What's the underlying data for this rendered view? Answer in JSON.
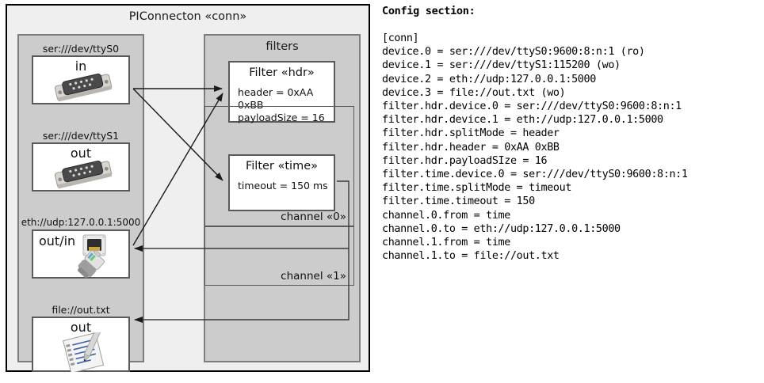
{
  "diagram": {
    "title": "PIConnecton «conn»",
    "devices_panel": {
      "name": "devices",
      "entries": [
        {
          "label": "ser:///dev/ttyS0",
          "io": "in",
          "icon": "serial-port-icon"
        },
        {
          "label": "ser:///dev/ttyS1",
          "io": "out",
          "icon": "serial-port-icon"
        },
        {
          "label": "eth://udp:127.0.0.1:5000",
          "io": "out/in",
          "icon": "ethernet-plug-icon"
        },
        {
          "label": "file://out.txt",
          "io": "out",
          "icon": "text-file-icon"
        }
      ]
    },
    "filters_panel": {
      "title": "filters",
      "filters": [
        {
          "title": "Filter «hdr»",
          "attrs": [
            "header = 0xAA 0xBB",
            "payloadSize = 16"
          ]
        },
        {
          "title": "Filter «time»",
          "attrs": [
            "timeout = 150 ms"
          ]
        }
      ],
      "channels": [
        {
          "label": "channel «0»"
        },
        {
          "label": "channel «1»"
        }
      ]
    }
  },
  "config": {
    "heading": "Config section:",
    "lines": [
      "[conn]",
      "device.0 = ser:///dev/ttyS0:9600:8:n:1 (ro)",
      "device.1 = ser:///dev/ttyS1:115200 (wo)",
      "device.2 = eth://udp:127.0.0.1:5000",
      "device.3 = file://out.txt (wo)",
      "filter.hdr.device.0 = ser:///dev/ttyS0:9600:8:n:1",
      "filter.hdr.device.1 = eth://udp:127.0.0.1:5000",
      "filter.hdr.splitMode = header",
      "filter.hdr.header = 0xAA 0xBB",
      "filter.hdr.payloadSIze = 16",
      "filter.time.device.0 = ser:///dev/ttyS0:9600:8:n:1",
      "filter.time.splitMode = timeout",
      "filter.time.timeout = 150",
      "channel.0.from = time",
      "channel.0.to = eth://udp:127.0.0.1:5000",
      "channel.1.from = time",
      "channel.1.to = file://out.txt"
    ]
  },
  "colors": {
    "page_background": "#ffffff",
    "frame_background": "#efefef",
    "panel_background": "#cccccc",
    "box_background": "#ffffff",
    "frame_border": "#000000",
    "panel_border": "#7d7d7d",
    "box_border": "#5a5a5a",
    "text": "#111111"
  }
}
